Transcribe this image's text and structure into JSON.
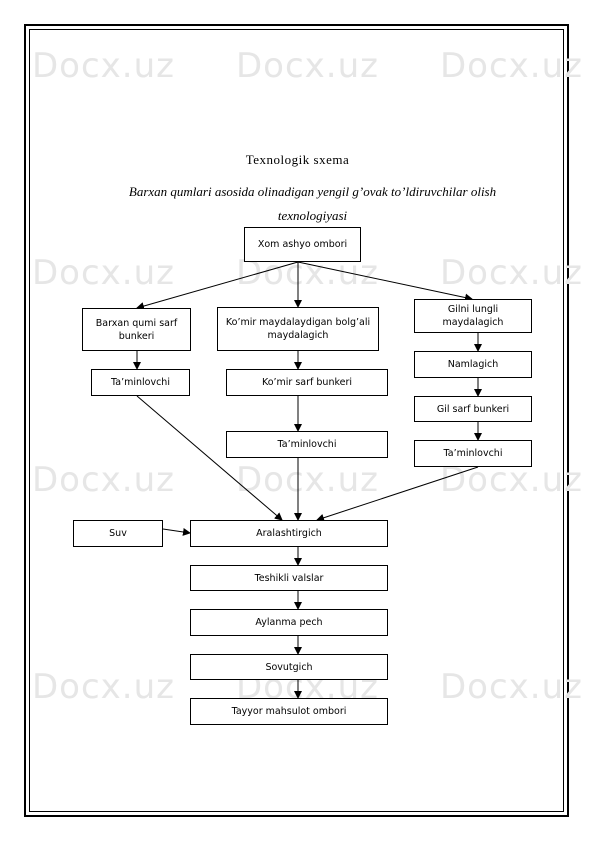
{
  "watermark": "Docx.uz",
  "title": "Texnologik sxema",
  "subtitle": "Barxan qumlari asosida olinadigan yengil g’ovak to’ldiruvchilar olish texnologiyasi",
  "nodes": {
    "xom_ashyo": "Xom ashyo ombori",
    "barxan_bunker": "Barxan qumi sarf bunkeri",
    "komir_maydalagich": "Ko’mir maydalaydigan bolg’ali maydalagich",
    "gil_maydalagich": "Gilni lungli maydalagich",
    "taminlovchi_1": "Ta’minlovchi",
    "komir_bunker": "Ko’mir sarf bunkeri",
    "namlagich": "Namlagich",
    "gil_bunker": "Gil sarf bunkeri",
    "taminlovchi_2": "Ta’minlovchi",
    "taminlovchi_3": "Ta’minlovchi",
    "suv": "Suv",
    "aralashtirgich": "Aralashtirgich",
    "teshikli_valslar": "Teshikli valslar",
    "aylanma_pech": "Aylanma pech",
    "sovutgich": "Sovutgich",
    "tayyor_ombor": "Tayyor mahsulot ombori"
  }
}
